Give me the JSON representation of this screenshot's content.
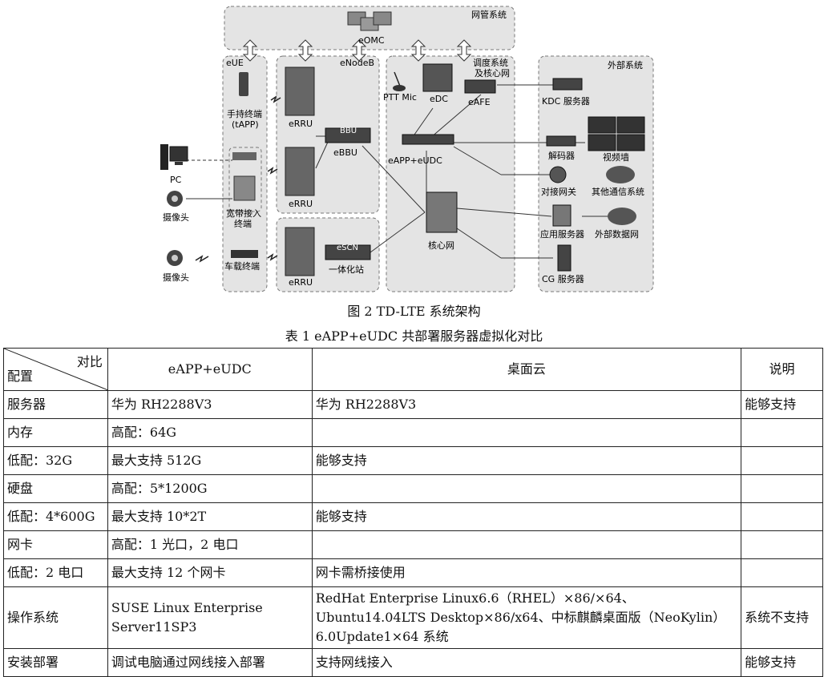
{
  "figure": {
    "caption": "图 2   TD-LTE 系统架构",
    "regions": {
      "nms": "网管系统",
      "eue": "eUE",
      "enodeb": "eNodeB",
      "dispatch": "调度系统\n及核心网",
      "external": "外部系统"
    },
    "nodes": {
      "eomc": "eOMC",
      "handheld": "手持终端\n(tAPP)",
      "pc": "PC",
      "camera1": "摄像头",
      "broadband": "宽带接入\n终端",
      "camera2": "摄像头",
      "vehicle": "车载终端",
      "errru1": "eRRU",
      "errru2": "eRRU",
      "errru3": "eRRU",
      "bbu_box": "BBU",
      "ebbu": "eBBU",
      "escn_box": "eSCN",
      "integrated": "一体化站",
      "ptt": "PTT Mic",
      "edc": "eDC",
      "eafe": "eAFE",
      "eapp": "eAPP+eUDC",
      "core": "核心网",
      "kdc": "KDC 服务器",
      "decoder": "解码器",
      "videowall": "视频墙",
      "gateway": "对接网关",
      "othercomm": "其他通信系统",
      "appserver": "应用服务器",
      "extdata": "外部数据网",
      "cg": "CG 服务器"
    }
  },
  "table": {
    "caption": "表 1   eAPP+eUDC 共部署服务器虚拟化对比",
    "corner_top": "对比",
    "corner_bottom": "配置",
    "headers": [
      "eAPP+eUDC",
      "桌面云",
      "说明"
    ],
    "rows": [
      [
        "服务器",
        "华为 RH2288V3",
        "华为 RH2288V3",
        "能够支持"
      ],
      [
        "内存",
        "高配：64G",
        "",
        ""
      ],
      [
        "低配：32G",
        "最大支持 512G",
        "能够支持",
        ""
      ],
      [
        "硬盘",
        "高配：5*1200G",
        "",
        ""
      ],
      [
        "低配：4*600G",
        "最大支持 10*2T",
        "能够支持",
        ""
      ],
      [
        "网卡",
        "高配：1 光口，2 电口",
        "",
        ""
      ],
      [
        "低配：2 电口",
        "最大支持 12 个网卡",
        "网卡需桥接使用",
        ""
      ],
      [
        "操作系统",
        "SUSE Linux Enterprise Server11SP3",
        "RedHat Enterprise Linux6.6（RHEL）×86/×64、Ubuntu14.04LTS Desktop×86/x64、中标麒麟桌面版（NeoKylin）6.0Update1×64 系统",
        "系统不支持"
      ],
      [
        "安装部署",
        "调试电脑通过网线接入部署",
        "支持网线接入",
        "能够支持"
      ]
    ]
  }
}
